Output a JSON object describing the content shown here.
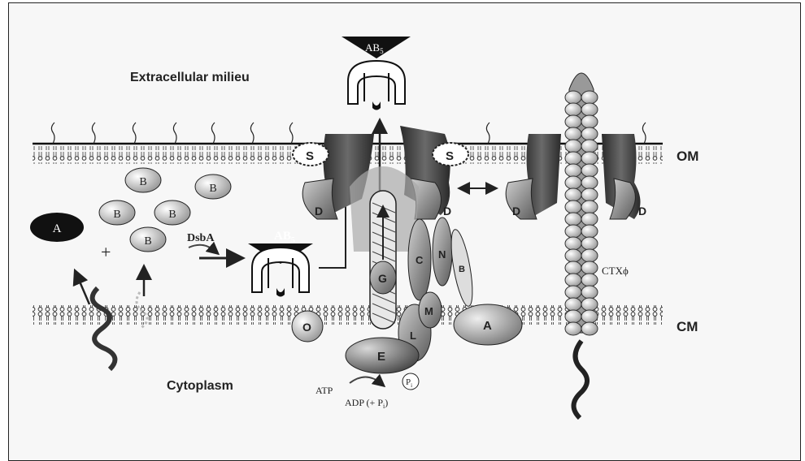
{
  "labels": {
    "extracellular": "Extracellular milieu",
    "cytoplasm": "Cytoplasm",
    "om": "OM",
    "cm": "CM",
    "ctx": "CTXϕ",
    "dsba": "DsbA",
    "atp": "ATP",
    "adp": "ADP (+ P",
    "adp_sub": "i",
    "adp_close": ")",
    "pi": "P",
    "pi_sub": "i",
    "plus": "+",
    "ab5_top": "AB",
    "ab5_mid": "AB",
    "ab5_sub": "5"
  },
  "subunits": {
    "A_toxin": "A",
    "B": "B",
    "S": "S",
    "D": "D",
    "G": "G",
    "C": "C",
    "N": "N",
    "B_pilot": "B",
    "M": "M",
    "L": "L",
    "E": "E",
    "A_mem": "A",
    "O": "O"
  }
}
